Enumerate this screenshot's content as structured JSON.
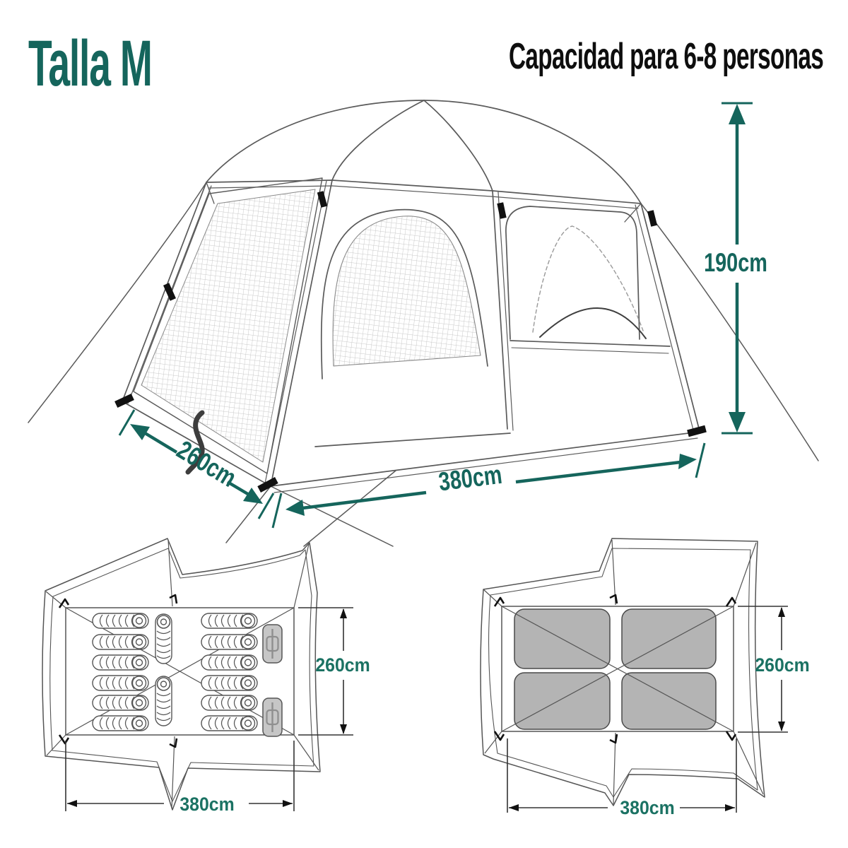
{
  "header": {
    "size_label": "Talla M",
    "capacity_label": "Capacidad para 6-8 personas"
  },
  "colors": {
    "accent_teal": "#15655C",
    "plan_label_teal": "#1B7263",
    "ink": "#0e0e0e",
    "line_art": "#5a5a5a",
    "mat_gray": "#b4b4b4"
  },
  "tent_3d": {
    "height_label": "190cm",
    "depth_label": "260cm",
    "width_label": "380cm"
  },
  "floor_plan_left": {
    "depth_label": "260cm",
    "width_label": "380cm",
    "sleeping_bags_shown": 12,
    "rolled_pillows_shown": 2,
    "lanterns_shown": 2
  },
  "floor_plan_right": {
    "depth_label": "260cm",
    "width_label": "380cm",
    "mats_shown": 4
  }
}
